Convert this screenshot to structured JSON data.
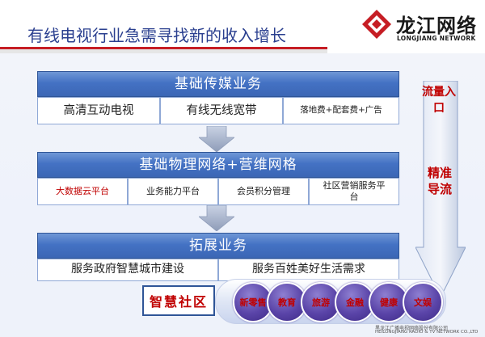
{
  "slide": {
    "title": "有线电视行业急需寻找新的收入增长"
  },
  "logo": {
    "name_cn": "龙江网络",
    "name_en": "LONGJIANG NETWORK"
  },
  "level1": {
    "header": "基础传媒业务",
    "cells": [
      "高清互动电视",
      "有线无线宽带",
      "落地费+配套费+广告"
    ]
  },
  "level2": {
    "header": "基础物理网络+营维网格",
    "cells": [
      "大数据云平台",
      "业务能力平台",
      "会员积分管理",
      "社区营销服务平台"
    ]
  },
  "level3": {
    "header": "拓展业务",
    "cells": [
      "服务政府智慧城市建设",
      "服务百姓美好生活需求"
    ]
  },
  "side_flow": {
    "top_label": "流量入口",
    "middle_label": "精准导流"
  },
  "smart_community": {
    "label": "智慧社区",
    "services": [
      "新零售",
      "教育",
      "旅游",
      "金融",
      "健康",
      "文娱"
    ]
  },
  "footer": {
    "company_cn": "黑龙江广播电视网络股份有限公司",
    "company_en": "HEILONGJIANG RADIO & TV NETWORK CO.,LTD"
  },
  "colors": {
    "header_blue": "#4472c4",
    "accent_red": "#c00000",
    "brand_red": "#c61d24",
    "arrow_gray": "#9aa9c4"
  }
}
